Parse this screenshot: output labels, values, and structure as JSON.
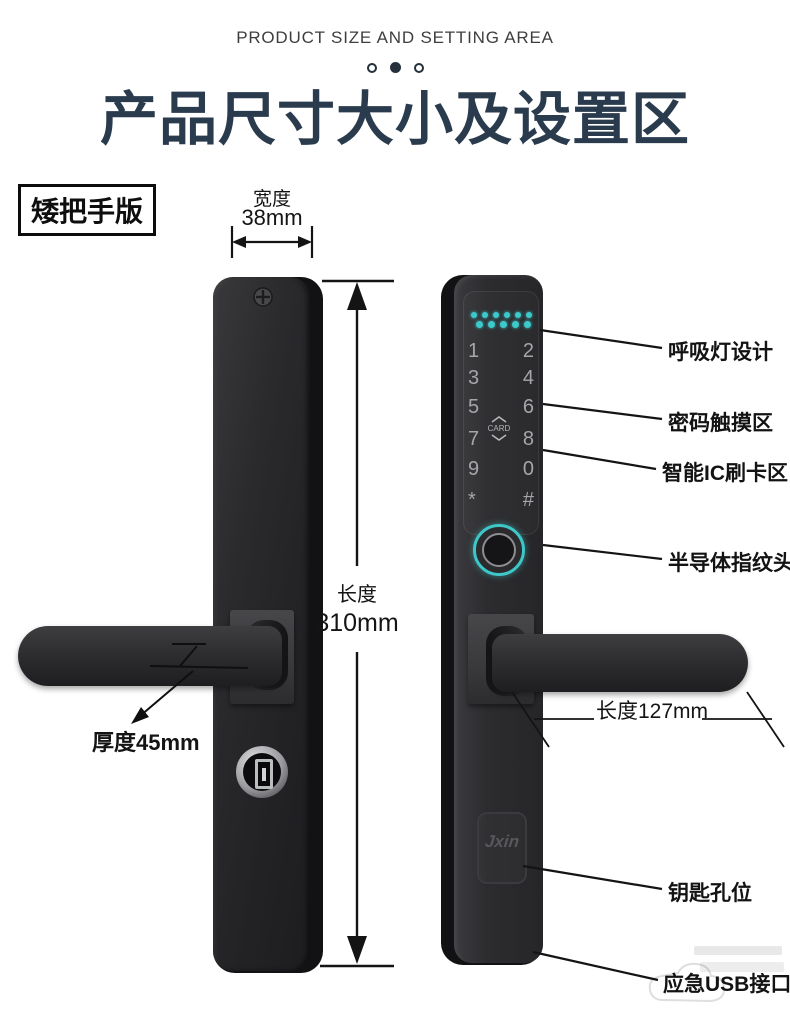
{
  "header": {
    "subtitle": "PRODUCT SIZE AND SETTING AREA",
    "title": "产品尺寸大小及设置区"
  },
  "badge": {
    "label": "矮把手版"
  },
  "dims": {
    "width_label": "宽度",
    "width_value": "38mm",
    "length_label": "长度",
    "length_value": "310mm",
    "handle_length": "长度127mm",
    "thickness": "厚度45mm"
  },
  "callouts": {
    "breathing": "呼吸灯设计",
    "password": "密码触摸区",
    "ic_card": "智能IC刷卡区",
    "fingerprint": "半导体指纹头",
    "keyhole": "钥匙孔位",
    "usb": "应急USB接口"
  },
  "keypad": {
    "keys": [
      "1",
      "2",
      "3",
      "4",
      "5",
      "6",
      "7",
      "8",
      "9",
      "0",
      "*",
      "#"
    ],
    "card_label": "CARD"
  },
  "brand": {
    "logo": "Jxin"
  },
  "colors": {
    "title_navy": "#2a3b4d",
    "indicator_teal": "#3fc6c9"
  }
}
